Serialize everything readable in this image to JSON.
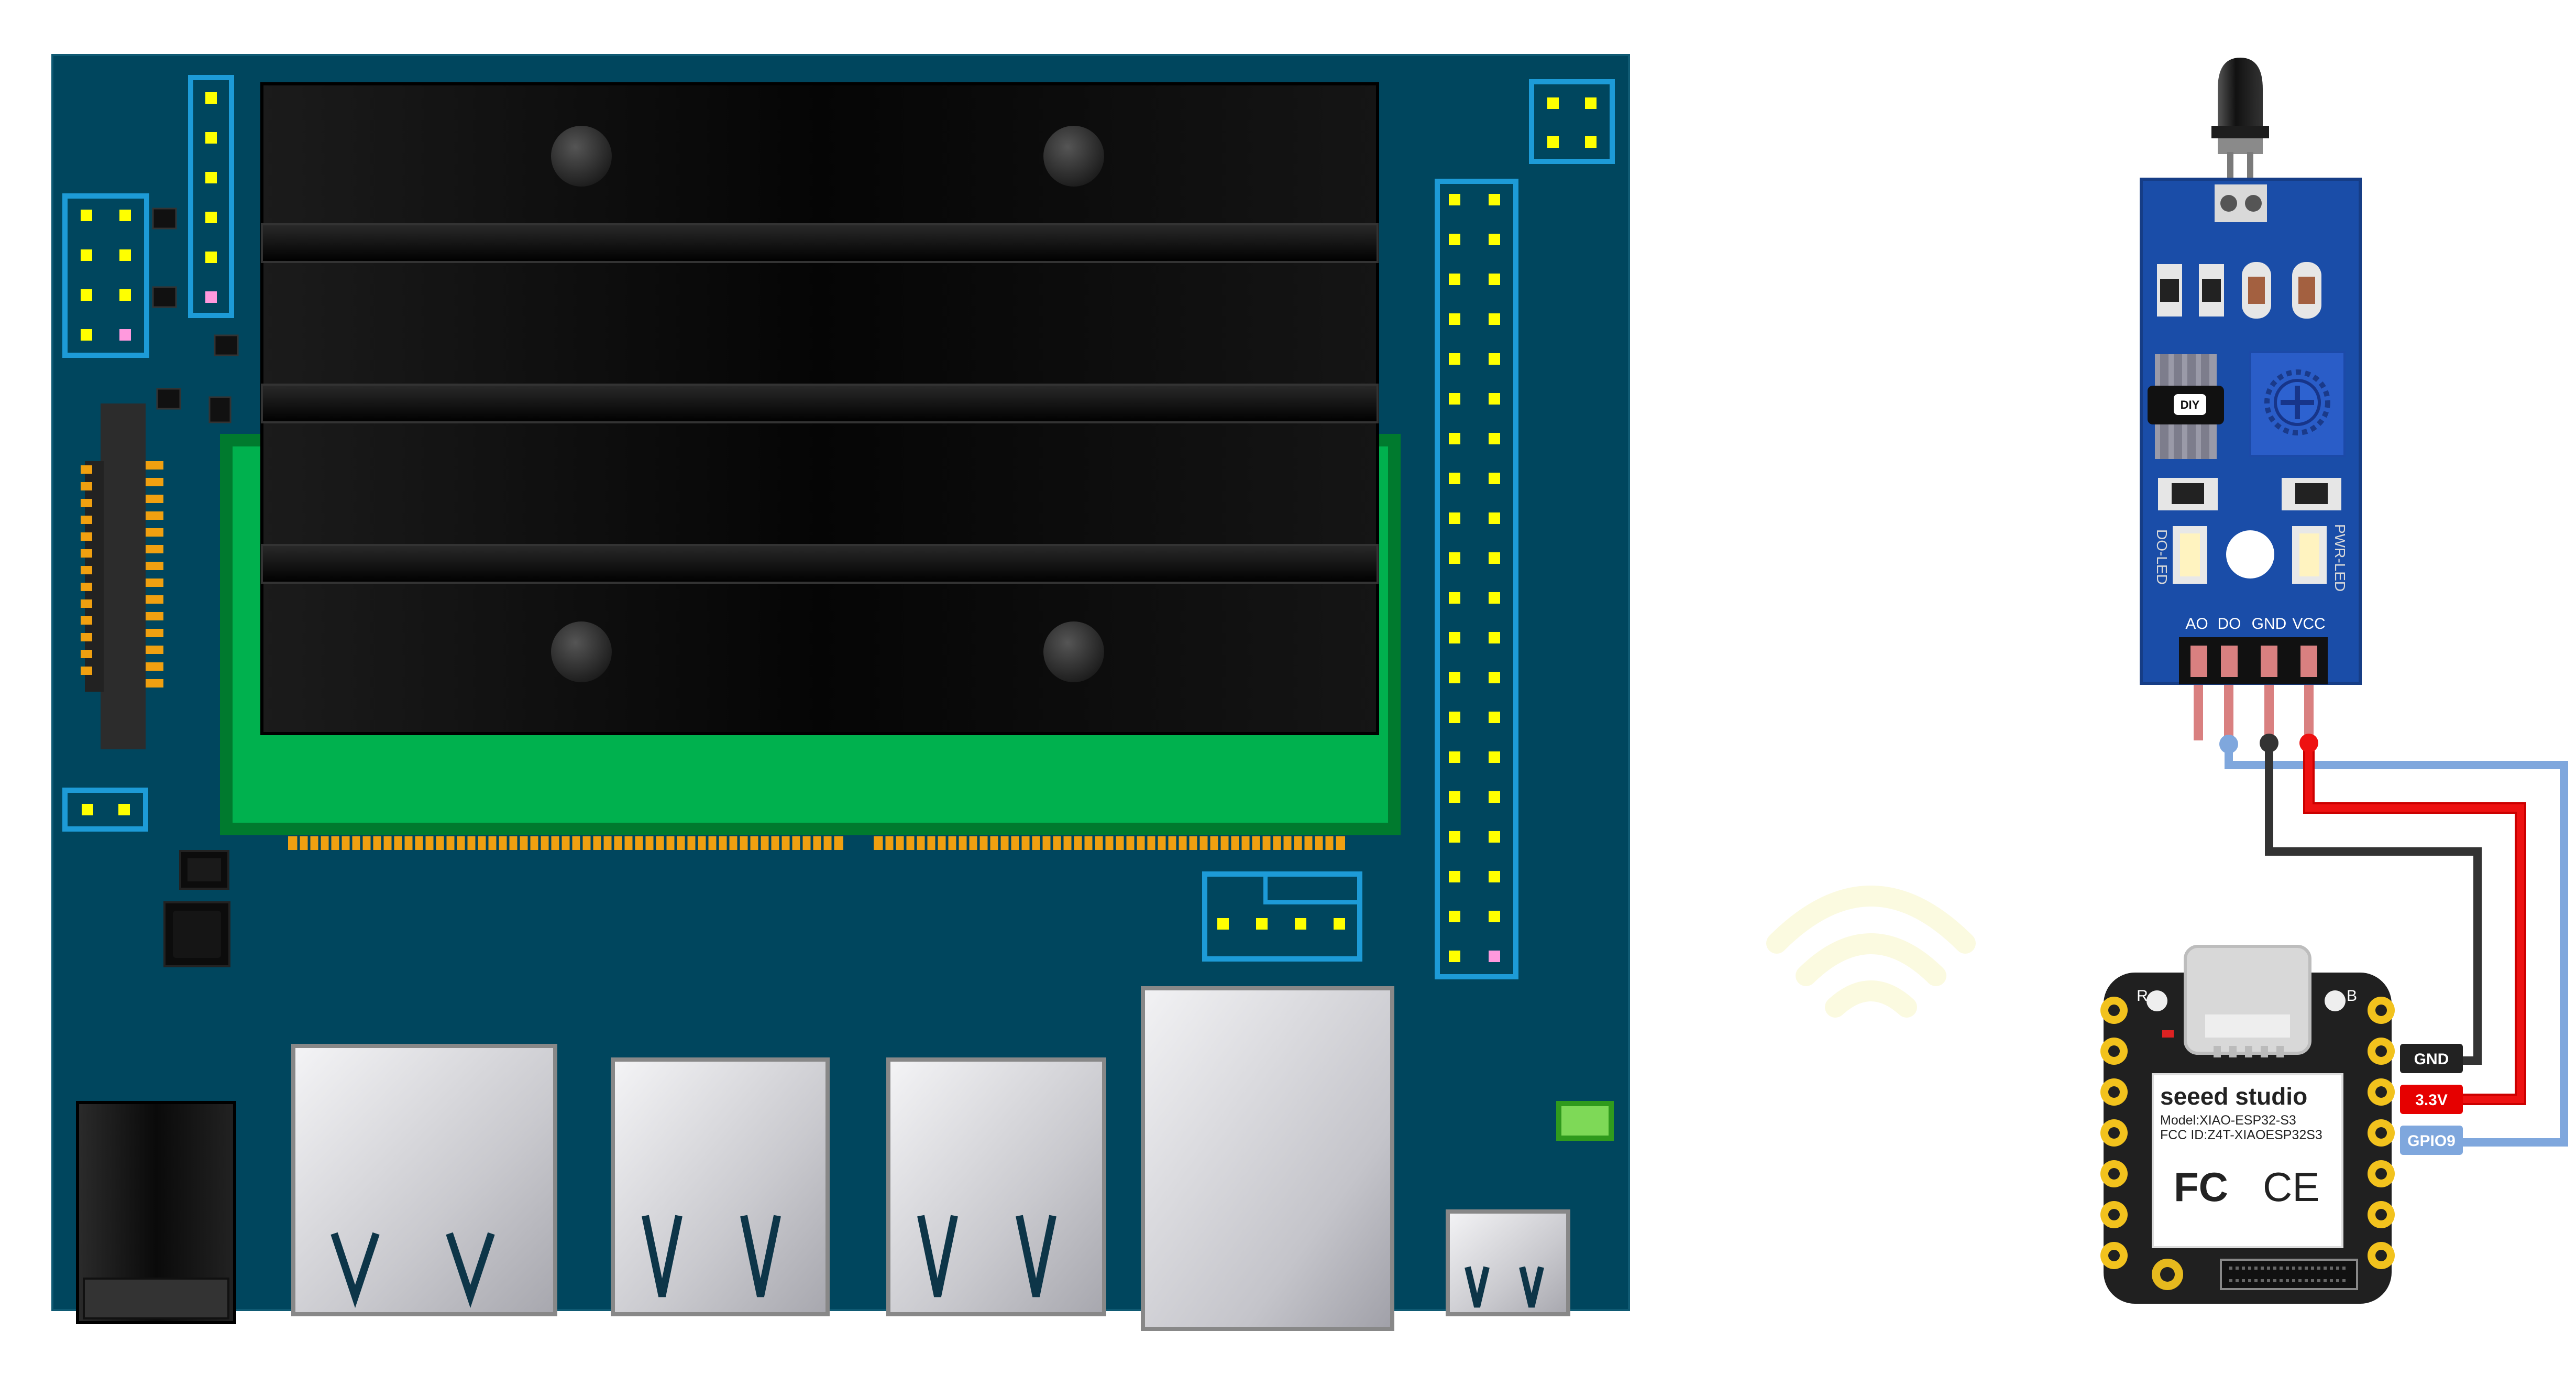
{
  "sensor": {
    "pins": [
      "AO",
      "DO",
      "GND",
      "VCC"
    ],
    "led_left": "DO-LED",
    "led_right": "PWR-LED",
    "pot_label": "DIY"
  },
  "xiao": {
    "brand": "seeed studio",
    "model": "Model:XIAO-ESP32-S3",
    "fcc": "FCC ID:Z4T-XIAOESP32S3",
    "fc_mark": "FC",
    "ce_mark": "CE",
    "corner_r": "R",
    "corner_b": "B"
  },
  "pin_labels": {
    "gnd": "GND",
    "v33": "3.3V",
    "gpio": "GPIO9"
  },
  "colors": {
    "board": "#00465e",
    "board_outline": "#0f5a73",
    "header_outline": "#1d9bd7",
    "pin": "#ffff00",
    "heatsink": "#0c0c0c",
    "sodimm": "#00b14e",
    "sodimm_dark": "#007a2e",
    "gold": "#f0a010",
    "sensor_board": "#1a4da8",
    "wire_gnd": "#333333",
    "wire_vcc": "#ee1111",
    "wire_signal": "#7fa7dd",
    "pin_red": "#e60000",
    "gpio_label_bg": "#7fa7dd",
    "wifi": "#fbfae0"
  }
}
